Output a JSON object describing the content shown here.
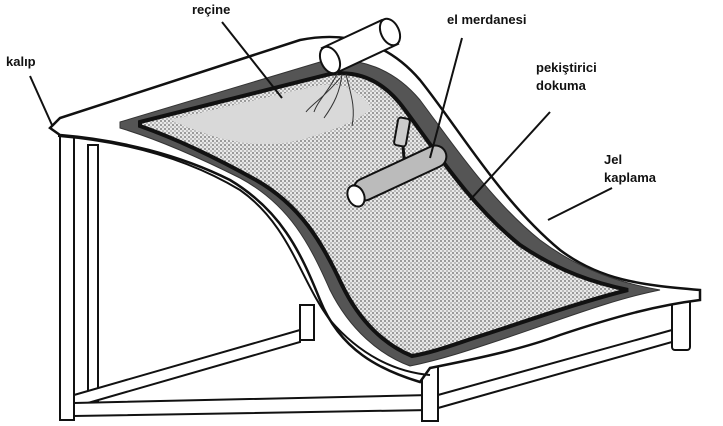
{
  "labels": {
    "recine": "reçine",
    "kalip": "kalıp",
    "el_merdanesi": "el merdanesi",
    "pekistirici_line1": "pekiştirici",
    "pekistirici_line2": "dokuma",
    "jel_line1": "Jel",
    "jel_line2": "kaplama"
  }
}
